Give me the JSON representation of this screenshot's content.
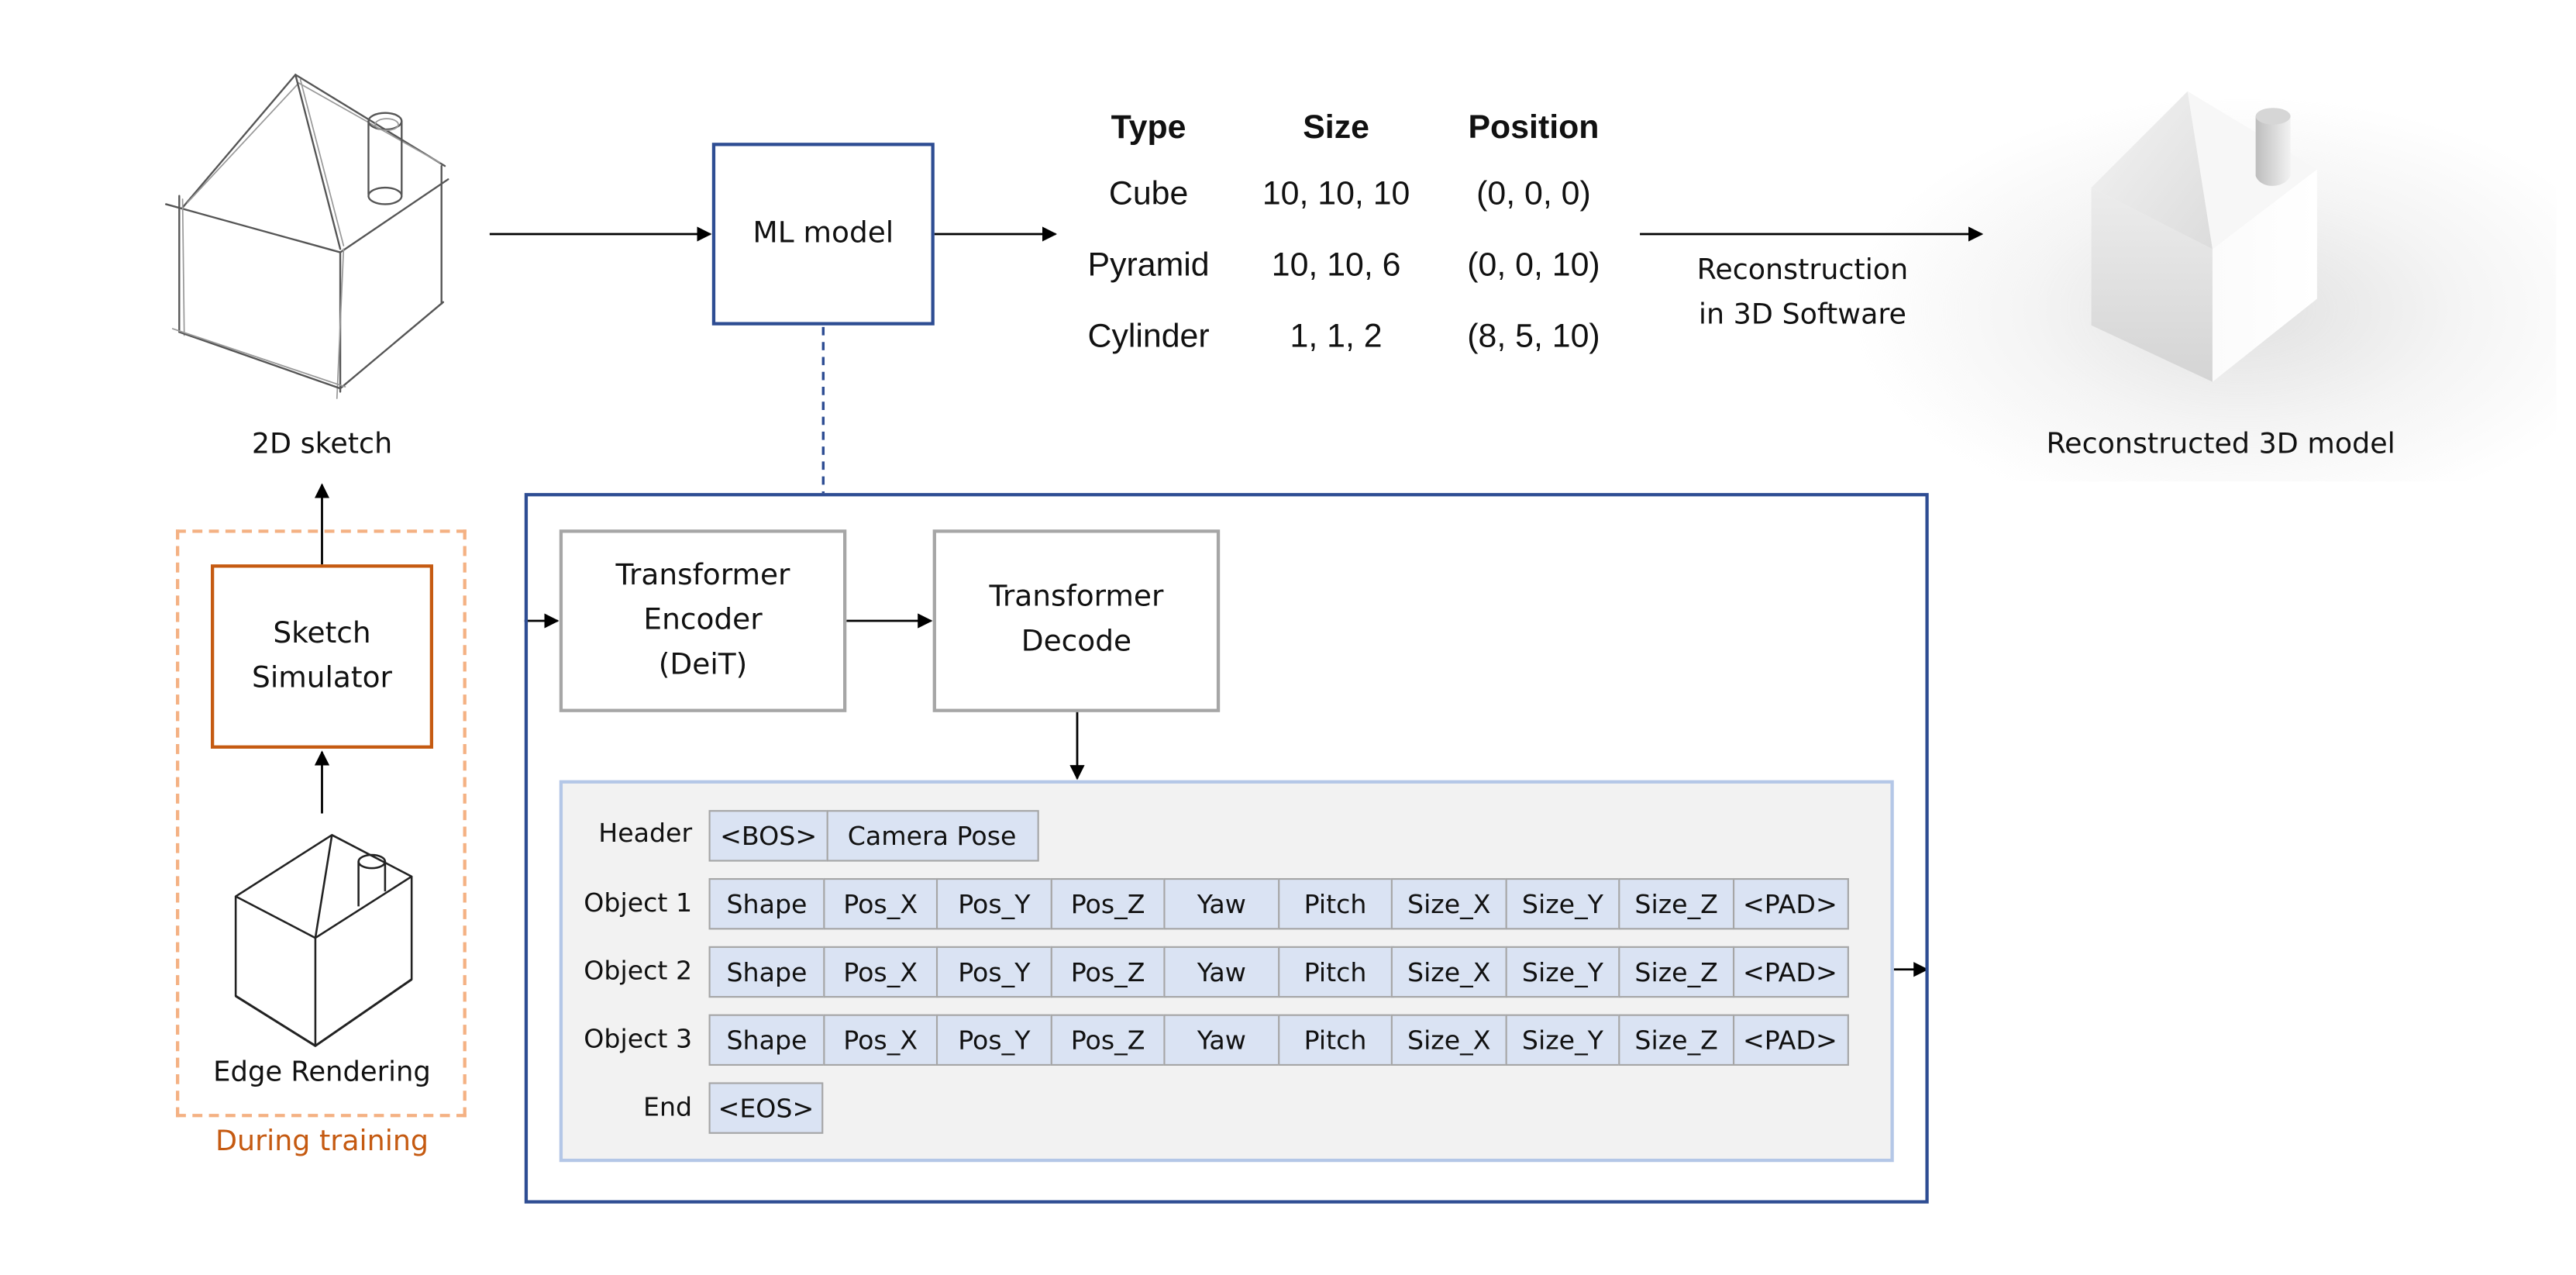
{
  "labels": {
    "sketch": "2D sketch",
    "ml_model": "ML model",
    "reconstruction_line1": "Reconstruction",
    "reconstruction_line2": "in 3D Software",
    "reconstructed_model": "Reconstructed 3D model",
    "sketch_simulator_line1": "Sketch",
    "sketch_simulator_line2": "Simulator",
    "edge_rendering": "Edge Rendering",
    "during_training": "During training",
    "encoder_line1": "Transformer",
    "encoder_line2": "Encoder",
    "encoder_line3": "(DeiT)",
    "decoder_line1": "Transformer",
    "decoder_line2": "Decode"
  },
  "table": {
    "headers": [
      "Type",
      "Size",
      "Position"
    ],
    "rows": [
      [
        "Cube",
        "10, 10, 10",
        "(0, 0, 0)"
      ],
      [
        "Pyramid",
        "10, 10, 6",
        "(0, 0, 10)"
      ],
      [
        "Cylinder",
        "1, 1, 2",
        "(8, 5, 10)"
      ]
    ]
  },
  "sequence": {
    "rows": [
      {
        "label": "Header",
        "tokens": [
          "<BOS>",
          "Camera Pose"
        ]
      },
      {
        "label": "Object 1",
        "tokens": [
          "Shape",
          "Pos_X",
          "Pos_Y",
          "Pos_Z",
          "Yaw",
          "Pitch",
          "Size_X",
          "Size_Y",
          "Size_Z",
          "<PAD>"
        ]
      },
      {
        "label": "Object 2",
        "tokens": [
          "Shape",
          "Pos_X",
          "Pos_Y",
          "Pos_Z",
          "Yaw",
          "Pitch",
          "Size_X",
          "Size_Y",
          "Size_Z",
          "<PAD>"
        ]
      },
      {
        "label": "Object 3",
        "tokens": [
          "Shape",
          "Pos_X",
          "Pos_Y",
          "Pos_Z",
          "Yaw",
          "Pitch",
          "Size_X",
          "Size_Y",
          "Size_Z",
          "<PAD>"
        ]
      },
      {
        "label": "End",
        "tokens": [
          "<EOS>"
        ]
      }
    ]
  },
  "colors": {
    "model_border": "#2e4d93",
    "simulator_border": "#c55a11",
    "training_dash": "#f4b183",
    "training_text": "#c55a11",
    "token_fill": "#dae3f3",
    "panel_fill": "#f2f2f2"
  }
}
